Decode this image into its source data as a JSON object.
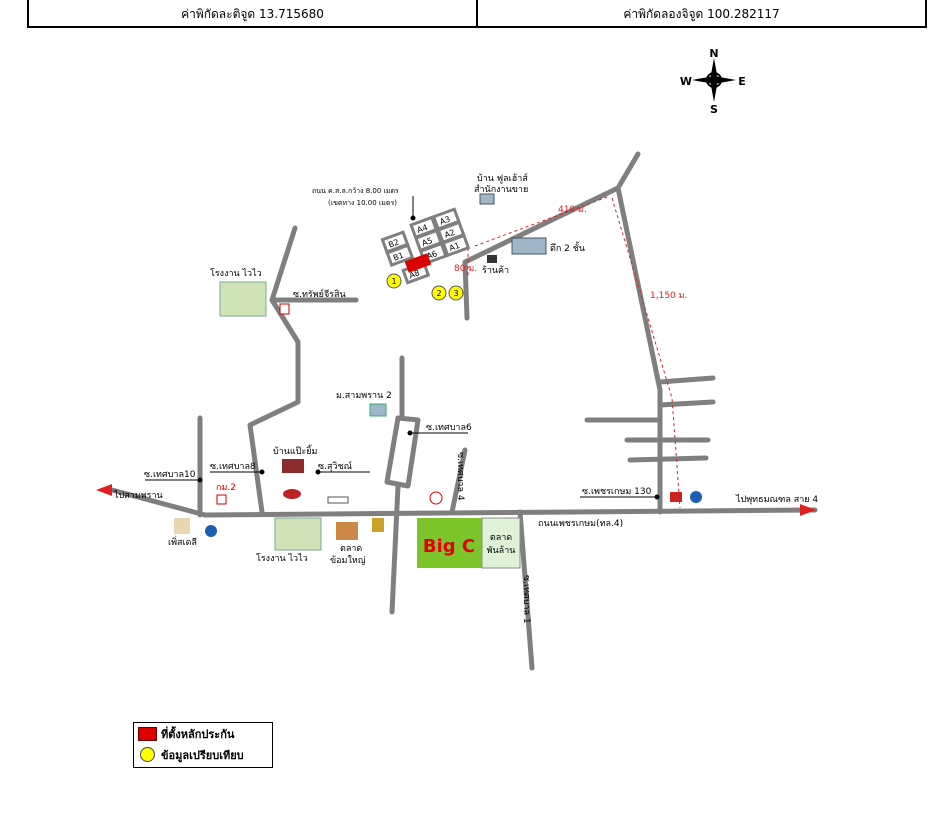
{
  "header": {
    "latitude": "ค่าพิกัดละติจูด 13.715680",
    "longitude": "ค่าพิกัดลองจิจูด 100.282117"
  },
  "compass": {
    "n": "N",
    "s": "S",
    "e": "E",
    "w": "W"
  },
  "labels": {
    "road_width": "ถนน ค.ส.ล.กว้าง 8.00 เมตร",
    "road_easement": "(เขตทาง 10.00 เมตร)",
    "fullhouse": "บ้าน ฟูลเฮ้าส์",
    "sales_office": "สำนักงานขาย",
    "shophouse": "ตึก 2 ชั้น",
    "shop": "ร้านค้า",
    "dist_410": "410 ม.",
    "dist_80": "80 ม.",
    "dist_1150": "1,150 ม.",
    "factory_top": "โรงงาน ไวไว",
    "soi_sap": "ซ.ทรัพย์จีรสิน",
    "moo_sam": "ม.สามพราน 2",
    "soi_thesaban6": "ซ.เทศบาล6",
    "ban_paeyim": "บ้านแป๊ะยิ้ม",
    "soi_thesaban10": "ซ.เทศบาล10",
    "soi_thesaban8": "ซ.เทศบาล8",
    "soi_suwit": "ซ.สุวิชณ์",
    "km2": "กม.2",
    "to_sampran": "ไปสามพราน",
    "soi_thesaban4": "ซ.เทศบาล 4",
    "soi_phet130": "ซ.เพชรเกษม 130",
    "to_phutthamonthon": "ไปพุทธมณฑล สาย 4",
    "phetkasem_road": "ถนนเพชรเกษม(ทล.4)",
    "plus_deli": "เพิ่สเดลี",
    "factory_bottom": "โรงงาน ไวไว",
    "market_yai": "ตลาด",
    "market_yai2": "ข้อมใหญ่",
    "market_phan": "ตลาด",
    "market_phan2": "พันล้าน",
    "soi_thesaban1": "ซ.เทศบาล 1",
    "bigc": "Big C"
  },
  "plots": [
    "B2",
    "B1",
    "A4",
    "A5",
    "A6",
    "A3",
    "A2",
    "A1",
    "A8"
  ],
  "markers": [
    "1",
    "2",
    "3"
  ],
  "legend": {
    "collateral": "ที่ตั้งหลักประกัน",
    "comparable": "ข้อมูลเปรียบเทียบ"
  },
  "colors": {
    "road": "#7f7f7f",
    "distance": "#e02020",
    "collateral": "#dd0000",
    "comparable": "#ffff00",
    "bigc": "#7ec42b",
    "market": "#dff2d6"
  }
}
